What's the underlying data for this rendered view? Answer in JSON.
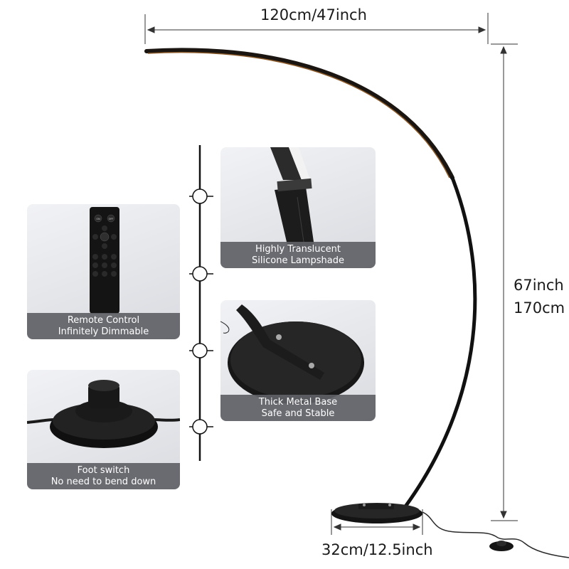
{
  "dimensions": {
    "width": "120cm/47inch",
    "height_inch": "67inch",
    "height_cm": "170cm",
    "base": "32cm/12.5inch"
  },
  "features": [
    {
      "id": "lampshade",
      "line1": "Highly Translucent",
      "line2": "Silicone Lampshade"
    },
    {
      "id": "remote",
      "line1": "Remote Control",
      "line2": "Infinitely Dimmable"
    },
    {
      "id": "base",
      "line1": "Thick Metal Base",
      "line2": "Safe and Stable"
    },
    {
      "id": "switch",
      "line1": "Foot switch",
      "line2": "No need to bend down"
    }
  ],
  "remote_buttons": [
    "ON",
    "OFF"
  ],
  "colors": {
    "caption_bg": "#5f6166",
    "lamp": "#111111",
    "card_bg": "#e6e7ea"
  },
  "icons": [
    "arc-floor-lamp",
    "remote-control",
    "foot-switch",
    "round-metal-base",
    "timeline-node"
  ]
}
